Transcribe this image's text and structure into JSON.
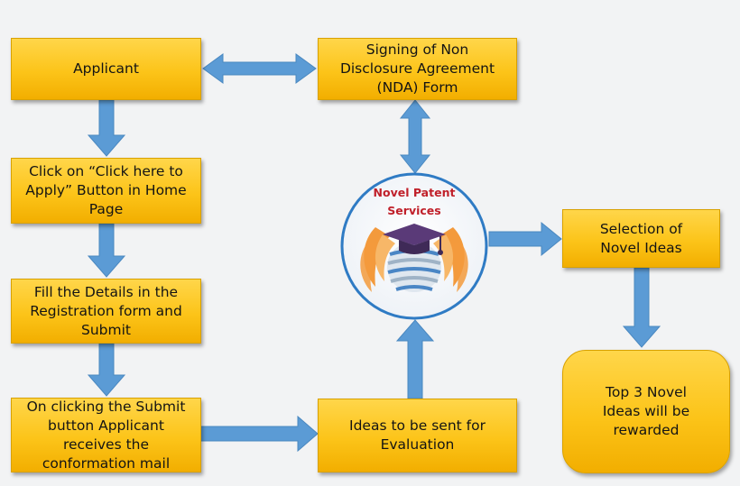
{
  "nodes": {
    "applicant": "Applicant",
    "nda": "Signing of Non\nDisclosure Agreement\n(NDA) Form",
    "click_apply": "Click on “Click here to\nApply” Button in Home\nPage",
    "fill_details": "Fill the Details in the\nRegistration form and\nSubmit",
    "submit_mail": "On clicking the Submit\nbutton Applicant\nreceives the\nconformation mail",
    "ideas_eval": "Ideas to be sent for\nEvaluation",
    "selection": "Selection of\nNovel Ideas",
    "top3": "Top 3 Novel\nIdeas will be\nrewarded"
  },
  "logo": {
    "title": "Novel Patent\nServices",
    "icon": "graduation-cap-globe-wings-icon"
  },
  "colors": {
    "box_fill": "#fcc419",
    "arrow_fill": "#5b9bd5",
    "logo_border": "#2f7bc4",
    "logo_text": "#c0202a"
  }
}
